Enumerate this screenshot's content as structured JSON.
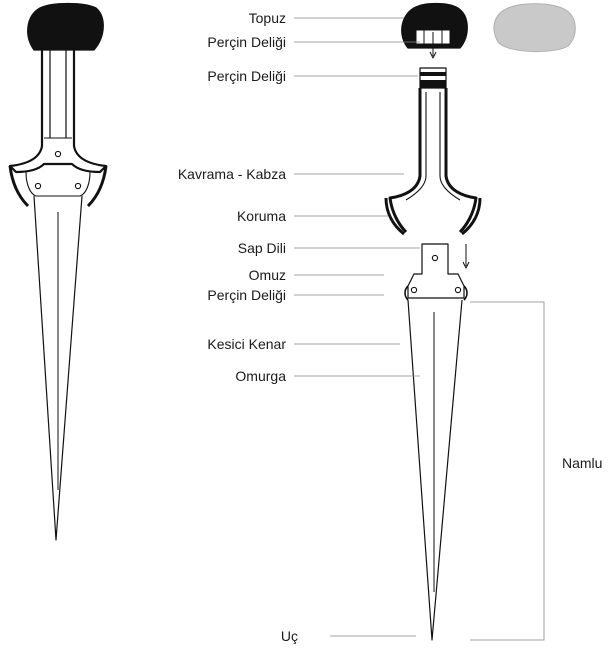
{
  "labels": {
    "pommel": "Topuz",
    "rivet_hole_pommel": "Perçin Deliği",
    "rivet_hole_grip": "Perçin Deliği",
    "grip": "Kavrama - Kabza",
    "guard": "Koruma",
    "tang": "Sap Dili",
    "shoulder": "Omuz",
    "rivet_hole_shoulder": "Perçin Deliği",
    "cutting_edge": "Kesici Kenar",
    "midrib": "Omurga",
    "tip": "Uç",
    "blade": "Namlu"
  },
  "colors": {
    "ink": "#111111",
    "leader_line": "#888888",
    "stone_pommel": "#c9c9c9"
  }
}
